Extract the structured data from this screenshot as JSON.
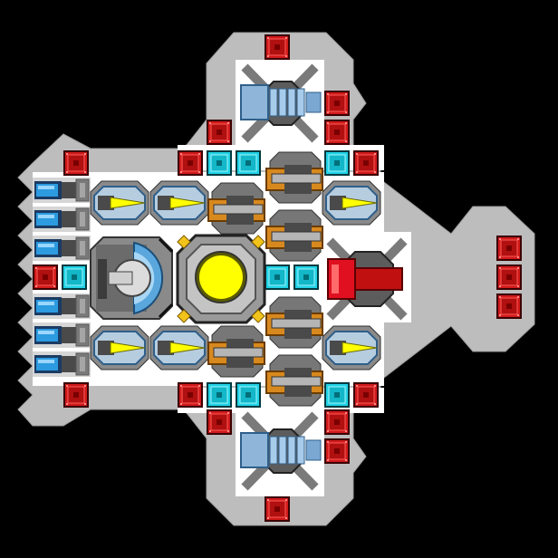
{
  "palette": {
    "background": "#000000",
    "hull": "#bdbdbd",
    "hull_edge": "#9e9e9e",
    "floor": "#ffffff",
    "armor_red": "#d01a1a",
    "armor_red_dark": "#7a0000",
    "shield_cyan": "#22d3e6",
    "shield_cyan_dark": "#006f7a",
    "reactor_yellow": "#ffff00",
    "thruster_blue": "#2c9be0",
    "cannon_steel": "#8fb6d9",
    "mount_orange": "#d8891e",
    "laser_red": "#e01020",
    "metal_dark": "#4a4a4a",
    "metal_mid": "#7a7a7a"
  },
  "modules": {
    "armor": "armor-block",
    "shield": "shield-block",
    "reactor": "reactor-core",
    "thruster": "thruster-engine",
    "turret": "yellow-laser-turret",
    "mount": "gun-mount",
    "cannon": "heavy-cannon",
    "laser": "red-laser-weapon",
    "generator": "shield-generator"
  }
}
